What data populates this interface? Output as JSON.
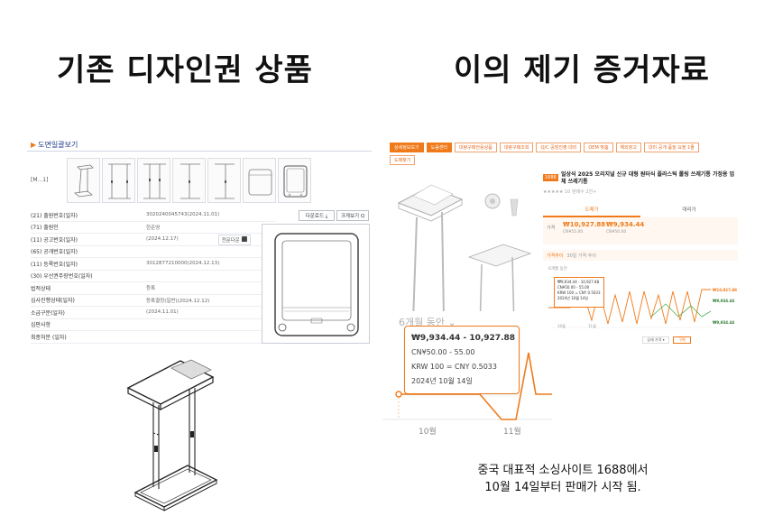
{
  "headings": {
    "left": "기존 디자인권 상품",
    "right": "이의 제기 증거자료"
  },
  "design_record": {
    "title": "도면일괄보기",
    "thumb_label": "[M...1]",
    "buttons": {
      "download": "다운로드 ⤓",
      "enlarge": "크게보기 Q",
      "full_text": "전문다운"
    },
    "rows": [
      {
        "key": "(21) 출원번호(일자)",
        "value": "3020240045743(2024.11.01)"
      },
      {
        "key": "(71) 출원인",
        "value": "한준영"
      },
      {
        "key": "(11) 공고번호(일자)",
        "value": "(2024.12.17)"
      },
      {
        "key": "(65) 공개번호(일자)",
        "value": ""
      },
      {
        "key": "(11) 등록번호(일자)",
        "value": "3012877210000(2024.12.13)"
      },
      {
        "key": "(30) 우선권주장번호(일자)",
        "value": ""
      },
      {
        "key": "법적상태",
        "value": "등록"
      },
      {
        "key": "심사진행상태(일자)",
        "value": "등록결정(일반)(2024.12.12)"
      },
      {
        "key": "소급구분(일자)",
        "value": "(2024.11.01)"
      },
      {
        "key": "심판사항",
        "value": ""
      },
      {
        "key": "최종처분 (일자)",
        "value": ""
      }
    ]
  },
  "product_page": {
    "tabs": [
      "상세정보보기",
      "도움센터",
      "대량구매전용상품",
      "대량구매조회",
      "Q/C 공장진출 대리",
      "OEM 맞춤",
      "해외창고",
      "대리 공개 품질 요청 1줄"
    ],
    "tabs_row2": [
      "도매찾기"
    ],
    "badge": "1688",
    "name": "일상식 2025 오리지널 신규 대형 원터식 플라스틱 롤링 쓰레기통 가정용 업체 쓰레기통",
    "rating": "★★★★★ 10 판매수 2천+",
    "detail_tabs": [
      "도매가",
      "대리가"
    ],
    "price_label": "가격",
    "price_a": "₩10,927.88",
    "price_b": "₩9,934.44",
    "price_a_sub": "CN¥55.00",
    "price_b_sub": "CN¥50.00",
    "history_label": "가격추이",
    "history_sub": "30일 가격 추이",
    "mini_period": "6개월 동안",
    "mini_tip": [
      "₩9,934.44 - 10,927.88",
      "CN¥50.00 - 55.00",
      "KRW 100 = CNY 0.5033",
      "2024년 10월 14일"
    ],
    "mini_tags": [
      "₩10,927.88",
      "₩9,934.44",
      "₩9,934.44"
    ],
    "mini_x": [
      "10월",
      "11월"
    ],
    "mini_select": "상세 가격 ▾",
    "mini_btn": "구매"
  },
  "zoom": {
    "period": "6개월 동안 ⌄",
    "range": "₩9,934.44 - 10,927.88",
    "cny": "CN¥50.00 - 55.00",
    "rate": "KRW 100 = CNY 0.5033",
    "date": "2024년 10월 14일",
    "x_labels": [
      "10월",
      "11월"
    ]
  },
  "caption": {
    "line1": "중국 대표적 소싱사이트 1688에서",
    "line2": "10월 14일부터 판매가 시작 됨."
  },
  "colors": {
    "accent": "#f07a1a",
    "link_blue": "#1e3a8a"
  }
}
